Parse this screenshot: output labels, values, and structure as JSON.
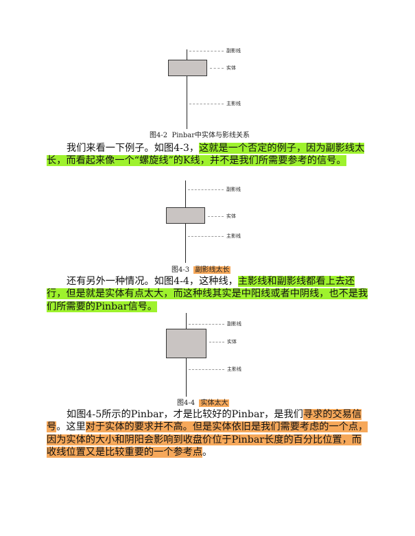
{
  "figures": [
    {
      "labels": {
        "upper": "副影线",
        "body": "实体",
        "lower": "主影线"
      },
      "caption": {
        "number": "图4-2",
        "title": "Pinbar中实体与影线关系"
      }
    },
    {
      "labels": {
        "upper": "副影线",
        "body": "实体",
        "lower": "主影线"
      },
      "caption": {
        "number": "图4-3",
        "title": "副影线太长"
      }
    },
    {
      "labels": {
        "upper": "副影线",
        "body": "实体",
        "lower": "主影线"
      },
      "caption": {
        "number": "图4-4",
        "title": "实体太大"
      }
    }
  ],
  "paragraphs": [
    {
      "plain": "我们来看一下例子。如图4-3，",
      "highlight_green": "这就是一个否定的例子，因为副影线太长，而看起来像一个“螺旋线”的K线，并不是我们所需要参考的信号。"
    },
    {
      "plain": "还有另外一种情况。如图4-4，这种线，",
      "highlight_green": "主影线和副影线都看上去还行，但是就是实体有点太大，而这种线其实是中阳线或者中阴线，也不是我们所需要的Pinbar信号。"
    },
    {
      "plain_1": "如图4-5所示的Pinbar，才是比较好的Pinbar，是我们",
      "highlight_1": "寻求的交易信号",
      "plain_2": "。这里",
      "highlight_2": "对于实体的要求并不高。但是实体依旧是我们需要考虑的一个点，因为实体的大小和阴阳会影响到收盘价位于Pinbar长度的百分比位置，而收线位置又是比较重要的一个参考点",
      "plain_3": "。"
    }
  ]
}
